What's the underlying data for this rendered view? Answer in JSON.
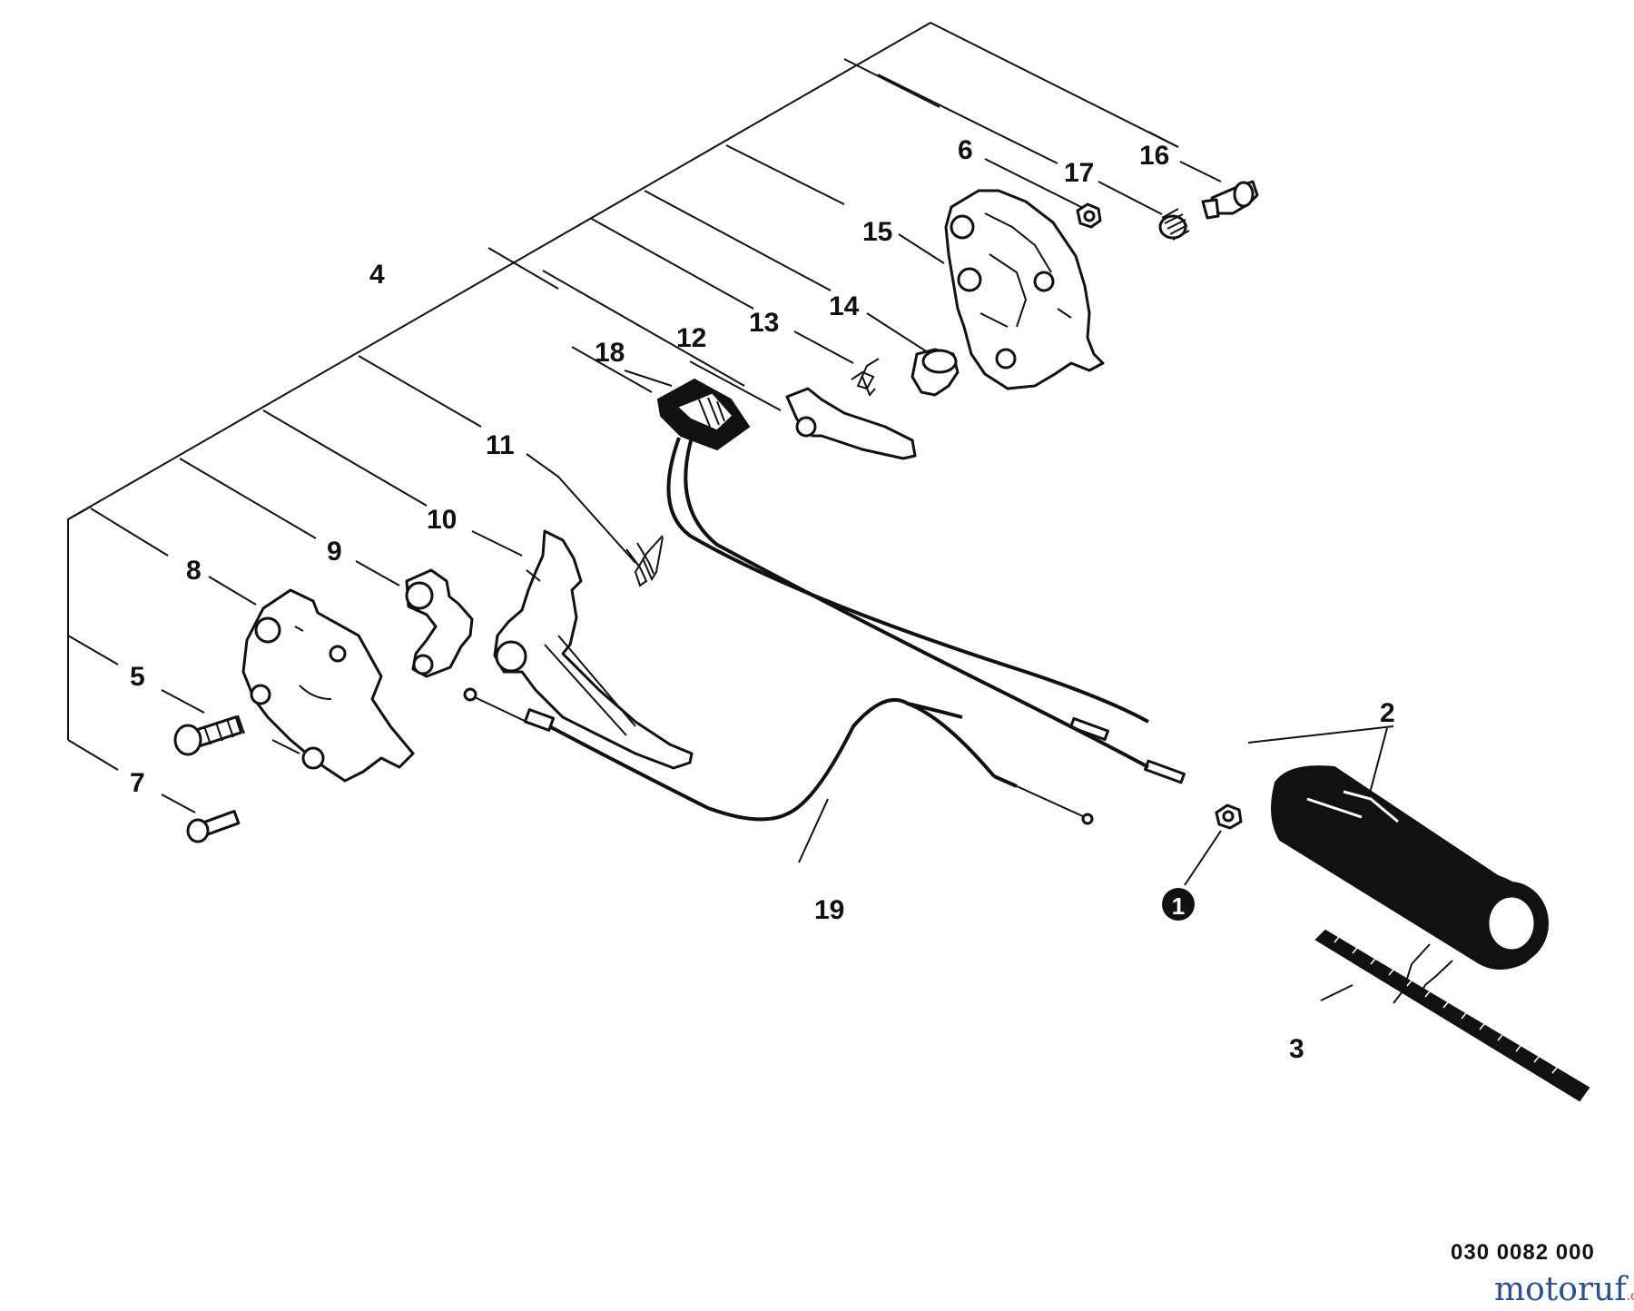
{
  "diagram": {
    "labels": {
      "p1": "1",
      "p2": "2",
      "p3": "3",
      "p4": "4",
      "p5": "5",
      "p6": "6",
      "p7": "7",
      "p8": "8",
      "p9": "9",
      "p10": "10",
      "p11": "11",
      "p12": "12",
      "p13": "13",
      "p14": "14",
      "p15": "15",
      "p16": "16",
      "p17": "17",
      "p18": "18",
      "p19": "19"
    },
    "drawing_number": "030 0082 000",
    "watermark": "motoruf",
    "watermark_suffix": ".de"
  }
}
